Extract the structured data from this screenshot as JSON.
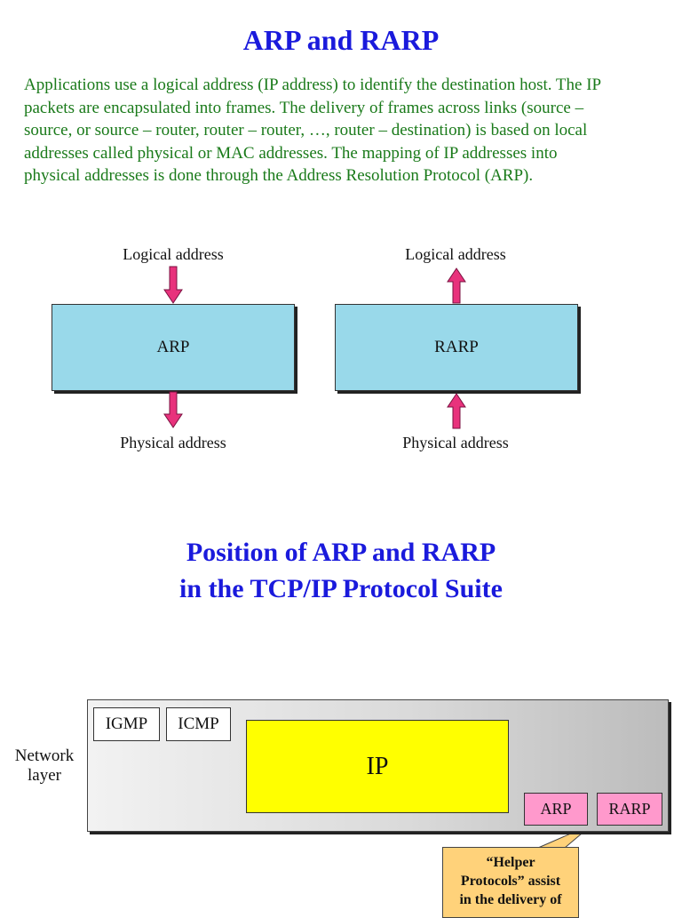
{
  "title": "ARP and RARP",
  "intro": {
    "line1": "Applications use a logical address (IP address) to identify the destination host.  The IP",
    "line2": "packets are encapsulated into frames. The delivery of frames across links     (source –",
    "line3": "source, or source – router, router – router, …, router – destination) is based on local",
    "line4": "addresses called physical or MAC addresses. The mapping of IP addresses into",
    "line5": "physical addresses is done through the Address Resolution Protocol (ARP)."
  },
  "diagram1": {
    "arp": {
      "top_label": "Logical address",
      "box_label": "ARP",
      "bottom_label": "Physical address"
    },
    "rarp": {
      "top_label": "Logical address",
      "box_label": "RARP",
      "bottom_label": "Physical address"
    }
  },
  "subtitle": {
    "line1": "Position of ARP and RARP",
    "line2": "in the TCP/IP Protocol Suite"
  },
  "diagram2": {
    "layer_label_line1": "Network",
    "layer_label_line2": "layer",
    "igmp": "IGMP",
    "icmp": "ICMP",
    "ip": "IP",
    "arp": "ARP",
    "rarp": "RARP",
    "callout": {
      "line1": "“Helper",
      "line2": "Protocols” assist",
      "line3": "in the delivery of"
    }
  },
  "colors": {
    "title_blue": "#1a1adc",
    "text_green": "#1a7a1a",
    "box_blue": "#99d9ea",
    "arrow_pink": "#e8327c",
    "ip_yellow": "#ffff00",
    "helper_pink": "#ff99cc",
    "callout_orange": "#ffd27a"
  }
}
